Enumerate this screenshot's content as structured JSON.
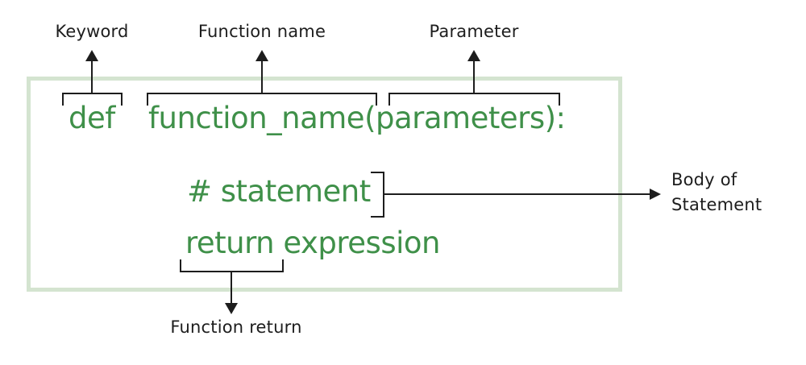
{
  "colors": {
    "code_green": "#3f9049",
    "box_border": "#d4e4d0",
    "line_black": "#1d1d1d"
  },
  "labels": {
    "keyword": "Keyword",
    "function_name": "Function name",
    "parameter": "Parameter",
    "body": "Body of\nStatement",
    "function_return": "Function return"
  },
  "code": {
    "keyword": "def",
    "signature": "function_name(parameters):",
    "statement": "# statement",
    "return_line": "return expression"
  }
}
